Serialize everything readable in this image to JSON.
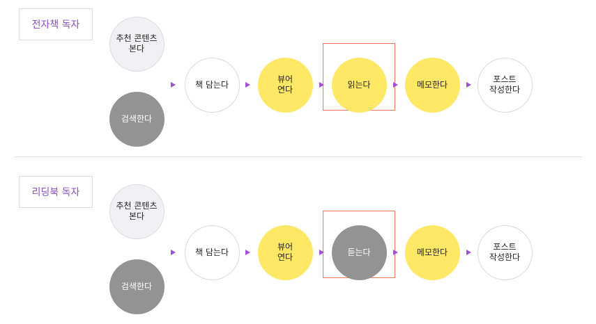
{
  "sections": [
    {
      "label": "전자책 독자",
      "source_nodes": [
        {
          "text": "추천 콘텐츠\n본다",
          "style": "light"
        },
        {
          "text": "검색한다",
          "style": "dark"
        }
      ],
      "steps": [
        {
          "text": "책 담는다",
          "style": "white"
        },
        {
          "text": "뷰어\n연다",
          "style": "yellow"
        },
        {
          "text": "읽는다",
          "style": "yellow"
        },
        {
          "text": "메모한다",
          "style": "yellow"
        },
        {
          "text": "포스트\n작성한다",
          "style": "white"
        }
      ],
      "highlighted_step": 2
    },
    {
      "label": "리딩북 독자",
      "source_nodes": [
        {
          "text": "추천 콘텐츠\n본다",
          "style": "light"
        },
        {
          "text": "검색한다",
          "style": "dark"
        }
      ],
      "steps": [
        {
          "text": "책 담는다",
          "style": "white"
        },
        {
          "text": "뷰어\n연다",
          "style": "yellow"
        },
        {
          "text": "듣는다",
          "style": "dark"
        },
        {
          "text": "메모한다",
          "style": "yellow"
        },
        {
          "text": "포스트\n작성한다",
          "style": "white"
        }
      ],
      "highlighted_step": 2
    }
  ],
  "colors": {
    "label_text": "#8e4fc4",
    "arrow": "#a24fd6",
    "highlight_border": "#e9795d",
    "yellow_node": "#fee866",
    "dark_node": "#939393",
    "light_node": "#f0f1f4"
  }
}
